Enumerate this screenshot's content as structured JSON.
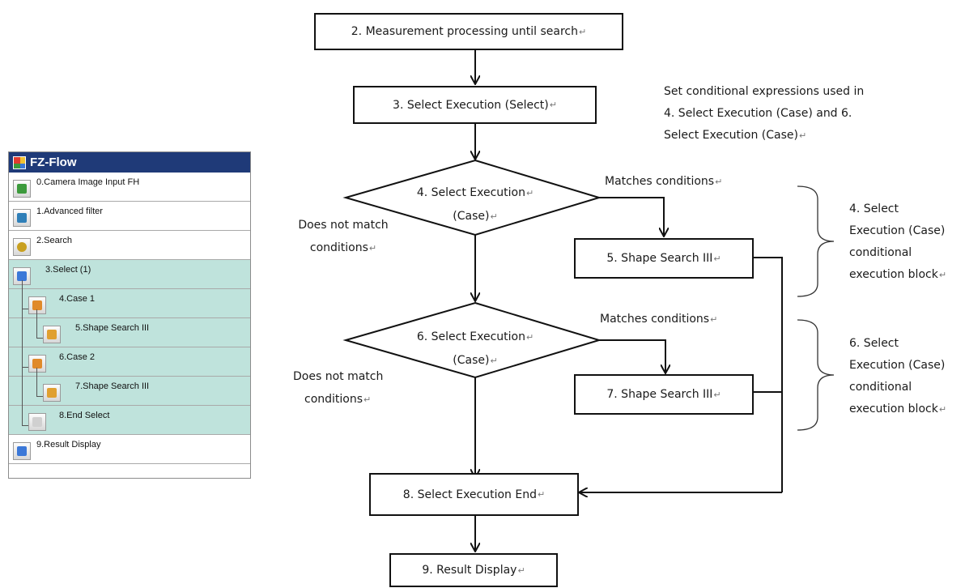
{
  "flow_panel": {
    "title": "FZ-Flow",
    "items": [
      {
        "label": "0.Camera Image Input FH",
        "icon": "camera-icon",
        "color": "#3c9a3c"
      },
      {
        "label": "1.Advanced filter",
        "icon": "filter-icon",
        "color": "#2f7fb8"
      },
      {
        "label": "2.Search",
        "icon": "search-icon",
        "color": "#c8a020"
      },
      {
        "label": "3.Select (1)",
        "icon": "select-icon",
        "color": "#3b78d8"
      },
      {
        "label": "4.Case 1",
        "icon": "case-icon",
        "color": "#e08a2a"
      },
      {
        "label": "5.Shape Search III",
        "icon": "shape-search-icon",
        "color": "#e0a030"
      },
      {
        "label": "6.Case 2",
        "icon": "case-icon",
        "color": "#e08a2a"
      },
      {
        "label": "7.Shape Search III",
        "icon": "shape-search-icon",
        "color": "#e0a030"
      },
      {
        "label": "8.End Select",
        "icon": "end-select-icon",
        "color": "#d0d0d0"
      },
      {
        "label": "9.Result Display",
        "icon": "result-display-icon",
        "color": "#3b78d8"
      }
    ]
  },
  "flowchart": {
    "measurement_box": "2. Measurement processing until search",
    "select_box": "3. Select Execution (Select)",
    "diamond1_line1": "4. Select Execution",
    "diamond1_line2": "(Case)",
    "shape_search_5": "5. Shape Search III",
    "diamond2_line1": "6. Select Execution",
    "diamond2_line2": "(Case)",
    "shape_search_7": "7. Shape Search III",
    "end_box": "8. Select Execution End",
    "result_box": "9. Result Display",
    "matches_1": "Matches conditions",
    "matches_2": "Matches conditions",
    "no_match_1_line1": "Does not match",
    "no_match_1_line2": "conditions",
    "no_match_2_line1": "Does not match",
    "no_match_2_line2": "conditions",
    "note_line1": "Set conditional expressions used in",
    "note_line2": "4. Select Execution (Case) and 6.",
    "note_line3": "Select Execution (Case)",
    "block1_line1": "4. Select",
    "block1_line2": "Execution (Case)",
    "block1_line3": "conditional",
    "block1_line4": "execution block",
    "block2_line1": "6. Select",
    "block2_line2": "Execution (Case)",
    "block2_line3": "conditional",
    "block2_line4": "execution block"
  }
}
